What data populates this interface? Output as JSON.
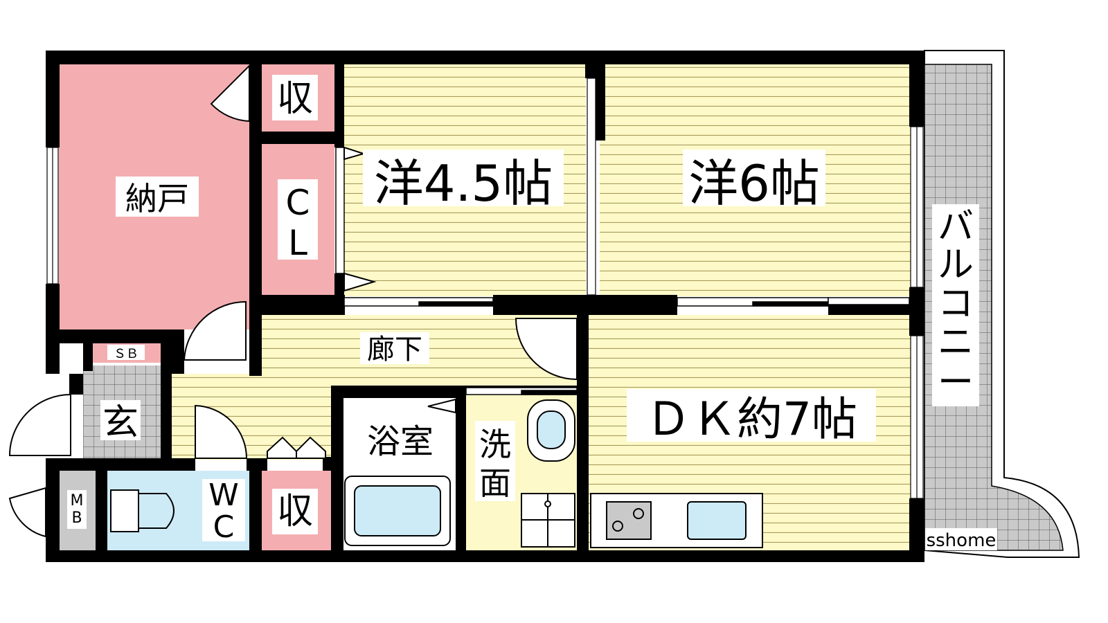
{
  "floor_plan": {
    "rooms": {
      "nando": "納戸",
      "storage_top": "収",
      "closet_c": "C",
      "closet_l": "L",
      "western_45": "洋4.5帖",
      "western_6": "洋6帖",
      "corridor": "廊下",
      "shoe_box": "ＳＢ",
      "entrance": "玄",
      "bathroom": "浴室",
      "washroom_1": "洗",
      "washroom_2": "面",
      "dk": "ＤＫ約7帖",
      "meter_box_1": "M",
      "meter_box_2": "B",
      "wc_1": "W",
      "wc_2": "C",
      "storage_bottom": "収",
      "balcony": [
        "バ",
        "ル",
        "コ",
        "ニ",
        "ー"
      ]
    },
    "watermark": "sshome"
  },
  "colors": {
    "wall": "#000000",
    "pink": "#f4aeb1",
    "yellow": "#fdf9c8",
    "yellow_line": "#a89a5c",
    "blue": "#cdeaf7",
    "grey_tile": "#c9c9c9",
    "tile_line": "#555555",
    "frame": "#ffffff"
  }
}
